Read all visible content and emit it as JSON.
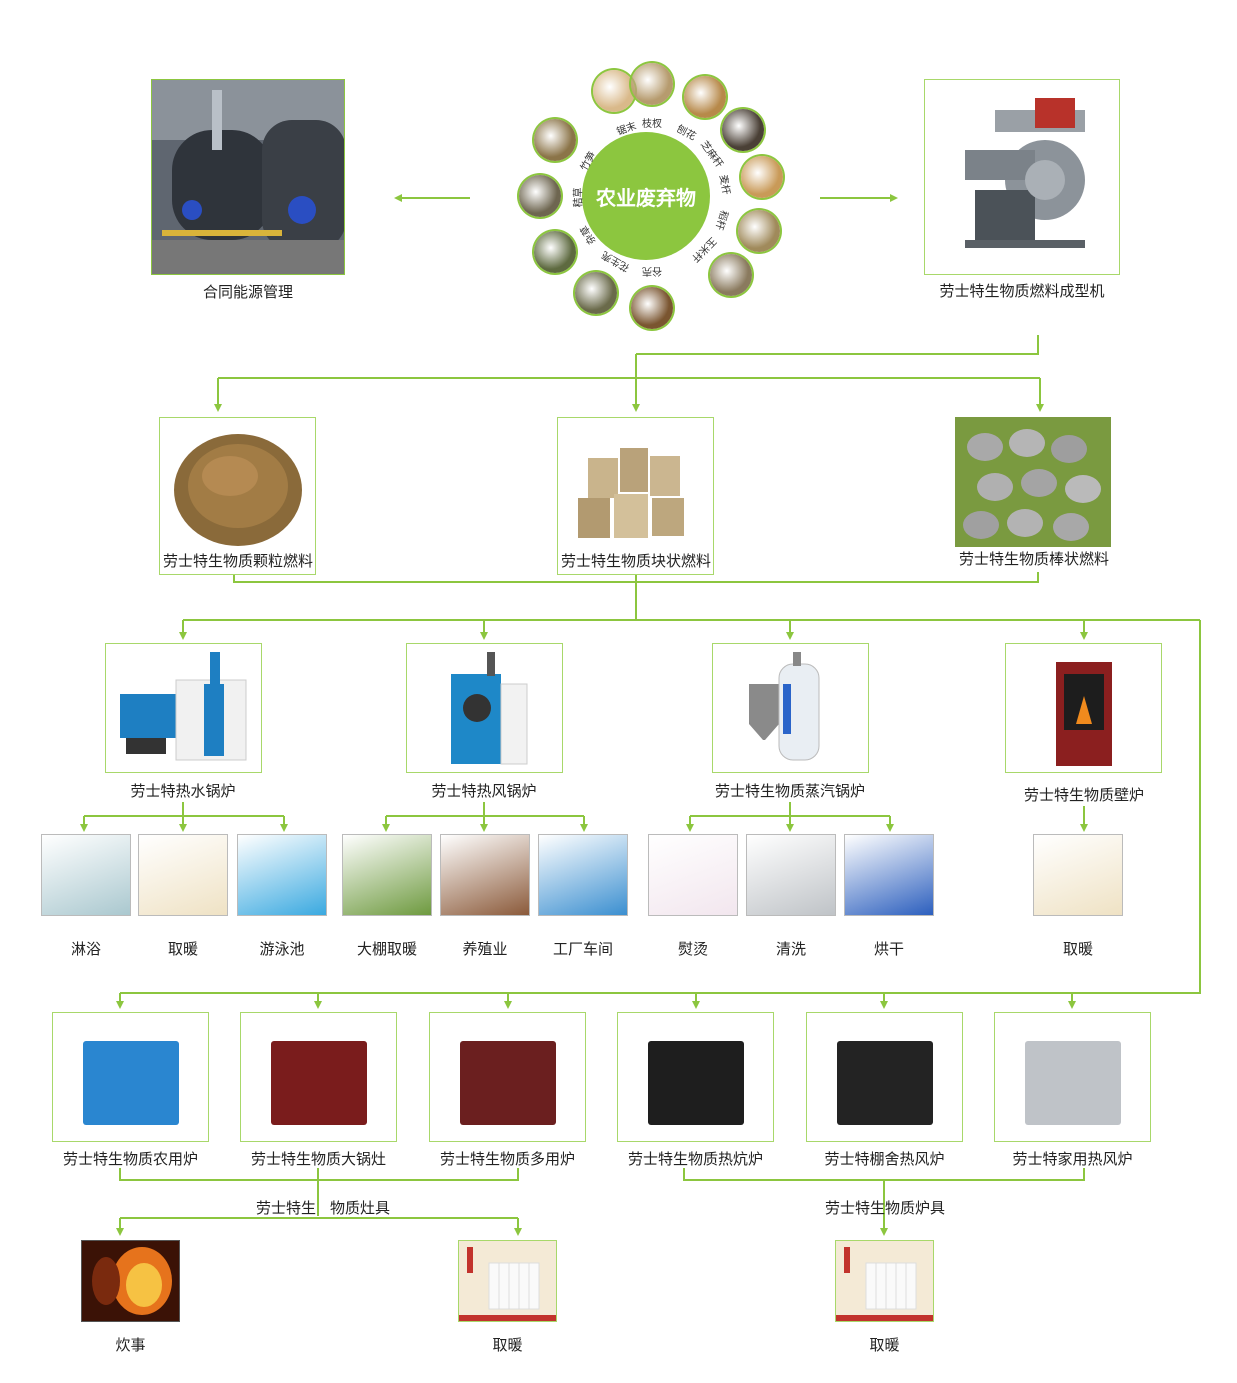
{
  "center": {
    "label": "农业废弃物"
  },
  "materials": [
    {
      "label": "锯末",
      "color": "#d9b98a"
    },
    {
      "label": "枝杈",
      "color": "#b69b6e"
    },
    {
      "label": "刨花",
      "color": "#b7894a"
    },
    {
      "label": "芝麻秆",
      "color": "#4a4036"
    },
    {
      "label": "麦杆",
      "color": "#c99a58"
    },
    {
      "label": "稻杆",
      "color": "#a08a5b"
    },
    {
      "label": "玉米杆",
      "color": "#8a7a5e"
    },
    {
      "label": "谷壳",
      "color": "#7a5530"
    },
    {
      "label": "花生壳",
      "color": "#6a6a4a"
    },
    {
      "label": "杂草",
      "color": "#5e6a40"
    },
    {
      "label": "秸草",
      "color": "#6e6650"
    },
    {
      "label": "竹笋",
      "color": "#8b7448"
    }
  ],
  "top": {
    "left_label": "合同能源管理",
    "right_label": "劳士特生物质燃料成型机"
  },
  "fuels": [
    {
      "label": "劳士特生物质颗粒燃料"
    },
    {
      "label": "劳士特生物质块状燃料"
    },
    {
      "label": "劳士特生物质棒状燃料"
    }
  ],
  "boilers": [
    {
      "label": "劳士特热水锅炉",
      "uses": [
        "淋浴",
        "取暖",
        "游泳池"
      ]
    },
    {
      "label": "劳士特热风锅炉",
      "uses": [
        "大棚取暖",
        "养殖业",
        "工厂车间"
      ]
    },
    {
      "label": "劳士特生物质蒸汽锅炉",
      "uses": [
        "熨烫",
        "清洗",
        "烘干"
      ]
    },
    {
      "label": "劳士特生物质壁炉",
      "uses": [
        "取暖"
      ]
    }
  ],
  "stoves": [
    {
      "label": "劳士特生物质农用炉"
    },
    {
      "label": "劳士特生物质大锅灶"
    },
    {
      "label": "劳士特生物质多用炉"
    },
    {
      "label": "劳士特生物质热炕炉"
    },
    {
      "label": "劳士特棚舍热风炉"
    },
    {
      "label": "劳士特家用热风炉"
    }
  ],
  "groups": {
    "cooking_left": "劳士特生",
    "cooking_right": "物质灶具",
    "heating": "劳士特生物质炉具"
  },
  "final_uses": [
    {
      "label": "炊事"
    },
    {
      "label": "取暖"
    },
    {
      "label": "取暖"
    }
  ],
  "colors": {
    "accent": "#8cc63f",
    "line": "#8cc63f"
  }
}
